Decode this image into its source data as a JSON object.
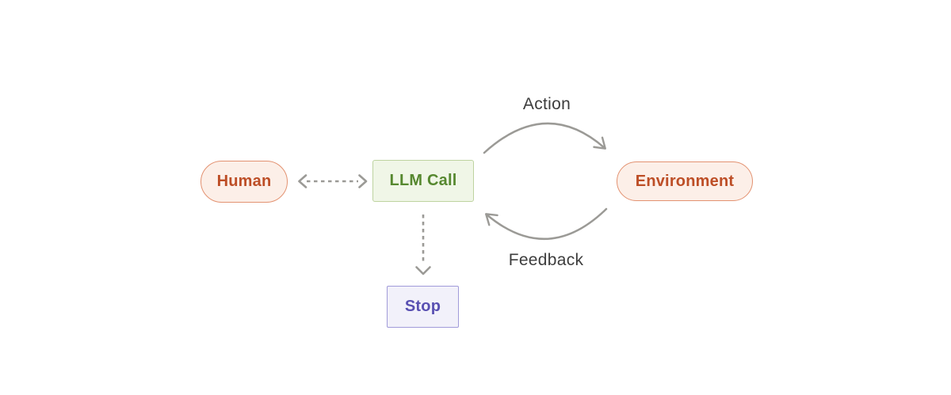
{
  "diagram": {
    "background": "#ffffff",
    "nodes": {
      "human": {
        "label": "Human",
        "shape": "pill",
        "fill": "#fcefe8",
        "border": "#e39271",
        "text_color": "#bd4e26"
      },
      "llm_call": {
        "label": "LLM Call",
        "shape": "rect",
        "fill": "#f0f6e7",
        "border": "#bed3a0",
        "text_color": "#56882f"
      },
      "environment": {
        "label": "Environment",
        "shape": "pill",
        "fill": "#fcefe8",
        "border": "#e39271",
        "text_color": "#bd4e26"
      },
      "stop": {
        "label": "Stop",
        "shape": "rect",
        "fill": "#f2f1fa",
        "border": "#a19bd9",
        "text_color": "#5950b2"
      }
    },
    "edges": {
      "action": {
        "label": "Action",
        "from": "llm_call",
        "to": "environment",
        "style": "solid-curved-arrow"
      },
      "feedback": {
        "label": "Feedback",
        "from": "environment",
        "to": "llm_call",
        "style": "solid-curved-arrow"
      },
      "human_llm": {
        "label": "",
        "from": "human",
        "to": "llm_call",
        "style": "dashed",
        "bidirectional": true
      },
      "llm_to_stop": {
        "label": "",
        "from": "llm_call",
        "to": "stop",
        "style": "dashed",
        "bidirectional": false
      }
    },
    "colors": {
      "arrow": "#9b9a96",
      "edge_label": "#3d3d3d"
    }
  }
}
